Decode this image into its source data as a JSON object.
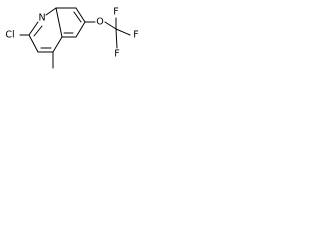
{
  "atoms": {
    "nitrogen": "N",
    "chlorine": "Cl",
    "oxygen": "O",
    "fluorine_1": "F",
    "fluorine_2": "F",
    "fluorine_3": "F"
  },
  "colors": {
    "bond": "#000000",
    "label": "#000000",
    "background": "#ffffff"
  }
}
